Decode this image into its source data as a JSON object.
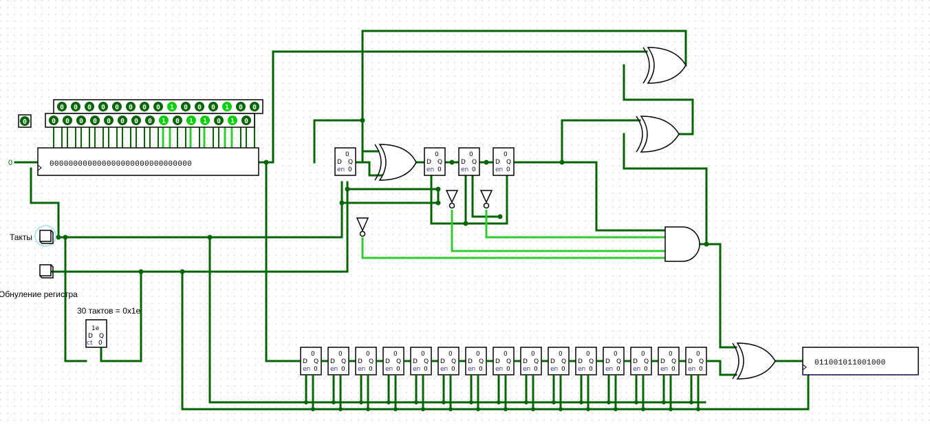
{
  "labels": {
    "clock": "Такты",
    "reset": "Обнуление регистра",
    "counter_note": "30 тактов = 0x1e",
    "input_zero": "0",
    "const_zero": "0"
  },
  "shift_register": {
    "value": "000000000000000000000000000000"
  },
  "output_register": {
    "value": "011001011001000"
  },
  "counter": {
    "value": "1e",
    "d": "D",
    "q": "Q",
    "ct": "ct",
    "zero": "0"
  },
  "bit_row_top": [
    "0",
    "0",
    "0",
    "0",
    "0",
    "0",
    "0",
    "0",
    "1",
    "0",
    "0",
    "0",
    "1",
    "0",
    "0"
  ],
  "bit_row_bottom": [
    "0",
    "0",
    "0",
    "0",
    "0",
    "0",
    "0",
    "0",
    "1",
    "0",
    "1",
    "1",
    "0",
    "1",
    "0"
  ],
  "flipflop": {
    "q_value": "0",
    "d": "D",
    "q": "Q",
    "en": "en",
    "zero": "0"
  },
  "colors": {
    "wire_dark": "#006400",
    "wire_bright": "#2fcc2f",
    "grid_dot": "#bdbdbd",
    "bit_on": "#00d000",
    "bit_off": "#006400"
  }
}
